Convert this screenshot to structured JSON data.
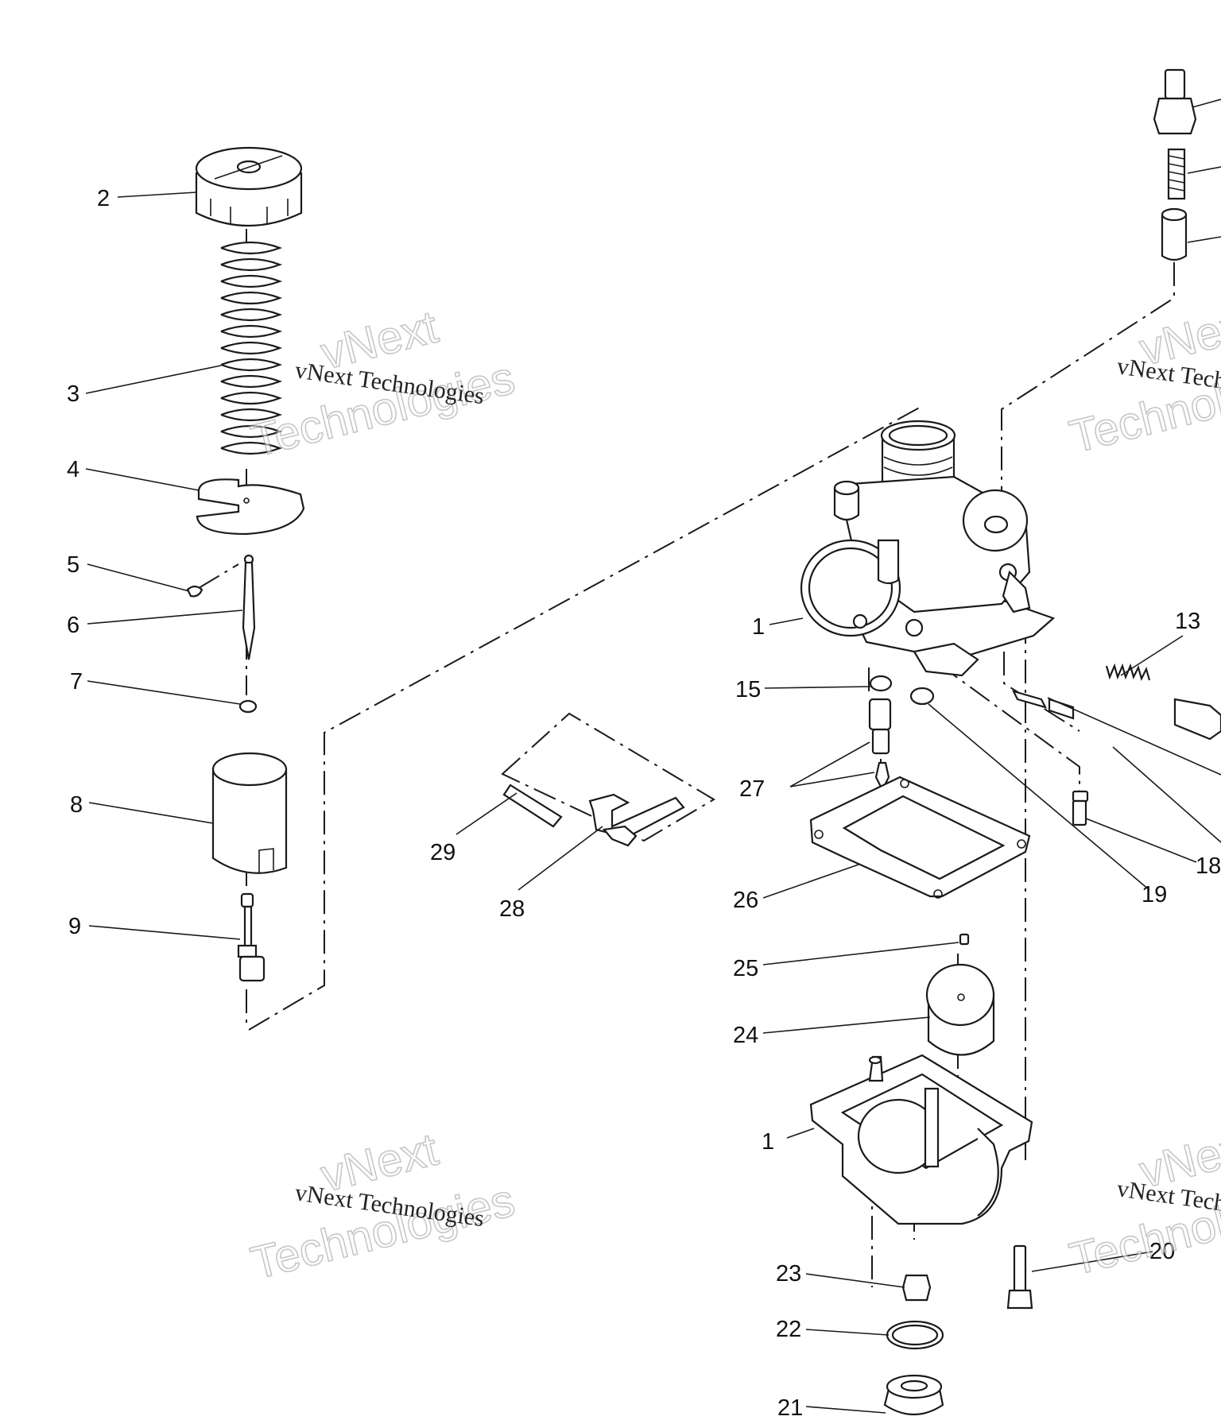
{
  "diagram": {
    "callouts": [
      "2",
      "3",
      "4",
      "5",
      "6",
      "7",
      "8",
      "9",
      "1",
      "15",
      "27",
      "29",
      "28",
      "26",
      "25",
      "24",
      "1",
      "23",
      "22",
      "21",
      "13",
      "18",
      "19",
      "20"
    ]
  },
  "watermarks": [
    {
      "line1": "vNext Technologies",
      "line2": "vNext",
      "line3": "Technologies"
    },
    {
      "line1": "vNext Technologies",
      "line2": "vNext",
      "line3": "Technologies"
    },
    {
      "line1": "vNext Technologies",
      "line2": "vNext",
      "line3": "Technologies"
    },
    {
      "line1": "vNext Technologies",
      "line2": "vNext",
      "line3": "Technologies"
    }
  ]
}
